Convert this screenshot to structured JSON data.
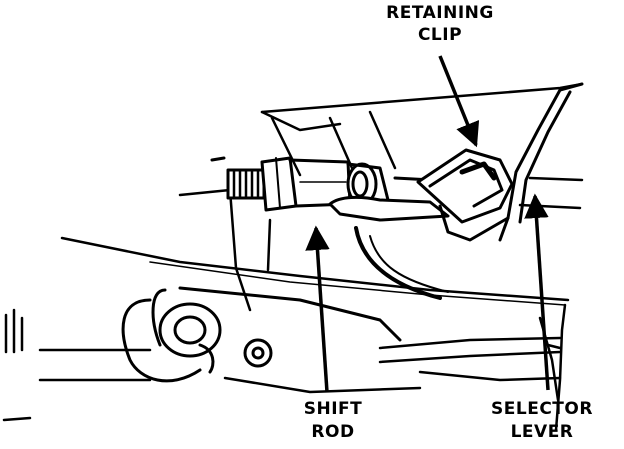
{
  "callouts": {
    "retaining_clip": {
      "line1": "RETAINING",
      "line2": "CLIP"
    },
    "shift_rod": {
      "line1": "SHIFT",
      "line2": "ROD"
    },
    "selector_lever": {
      "line1": "SELECTOR",
      "line2": "LEVER"
    }
  },
  "colors": {
    "ink": "#000000",
    "paper": "#ffffff"
  }
}
